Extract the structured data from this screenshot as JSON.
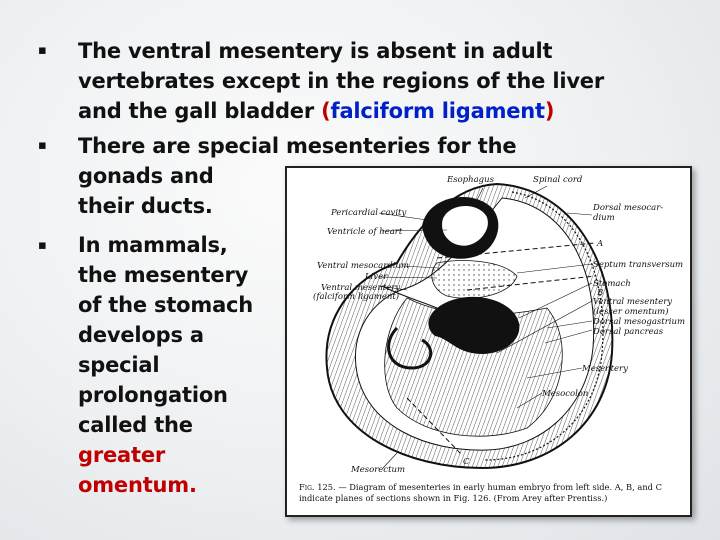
{
  "bullets": [
    {
      "lines": [
        "The ventral mesentery is absent in adult",
        "vertebrates except in the regions of the liver",
        "and the gall bladder"
      ],
      "open_paren": "(",
      "highlight": "falciform ligament",
      "close_paren": ")"
    },
    {
      "lines": [
        "There are special mesenteries for the",
        "gonads and",
        "their ducts."
      ]
    },
    {
      "lines": [
        "In mammals,",
        "the mesentery",
        "of the stomach",
        "develops a",
        "special",
        "prolongation",
        "called the"
      ],
      "highlight_lines": [
        "greater",
        "omentum."
      ]
    }
  ],
  "bullet_symbol": "▪",
  "figure": {
    "labels_left": [
      "Pericardial cavity",
      "Ventricle of heart",
      "Ventral mesocardium",
      "Liver",
      "Ventral mesentery",
      "(falciform ligament)",
      "Mesorectum"
    ],
    "labels_top": [
      "Esophagus",
      "Spinal cord"
    ],
    "labels_right": [
      "Dorsal mesocar-",
      "dium",
      "A",
      "Septum transversum",
      "Stomach",
      "B",
      "Ventral mesentery",
      "(lesser omentum)",
      "Dorsal mesogastrium",
      "Dorsal pancreas",
      "Mesentery",
      "Mesocolon"
    ],
    "label_c": "C",
    "caption_figno": "Fig. 125.",
    "caption_text": "— Diagram of mesenteries in early human embryo from left side.   A, B, and C indicate planes of sections shown in Fig. 126.   (From Arey after Prentiss.)"
  },
  "colors": {
    "text": "#111111",
    "red": "#c00000",
    "blue": "#0020c8"
  }
}
